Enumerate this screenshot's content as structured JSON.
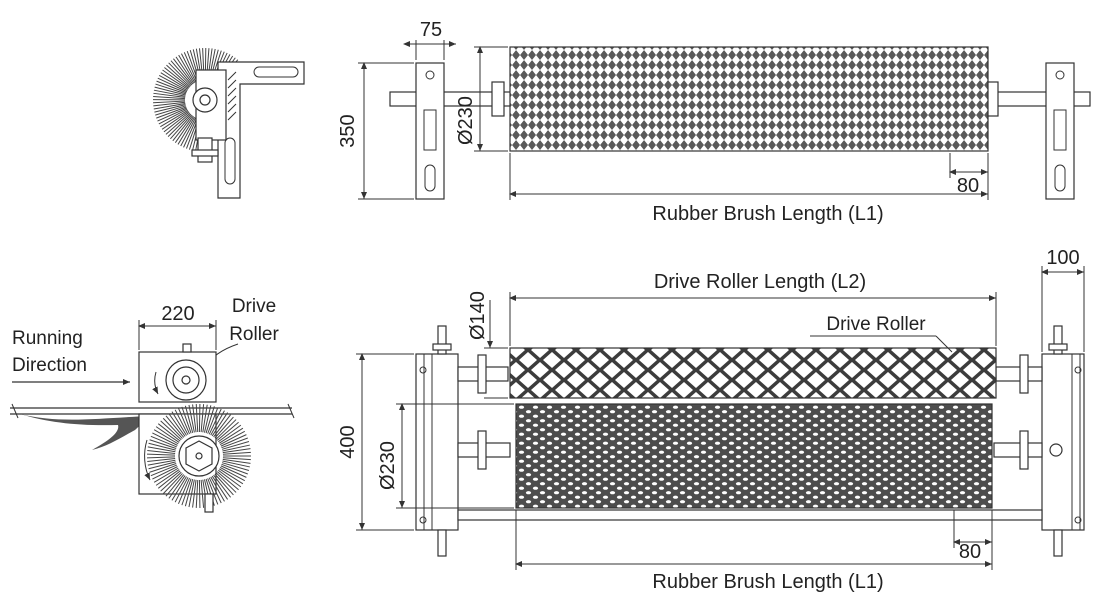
{
  "colors": {
    "ink": "#333333",
    "brush": "#555555",
    "background": "#ffffff"
  },
  "top_side_view": {},
  "top_front_view": {
    "dim_bracket_width": "75",
    "dim_height": "350",
    "dim_diameter": "Ø230",
    "dim_end_offset": "80",
    "dim_length_label": "Rubber Brush Length (L1)"
  },
  "bottom_side_view": {
    "running_direction_label_line1": "Running",
    "running_direction_label_line2": "Direction",
    "drive_roller_label_line1": "Drive",
    "drive_roller_label_line2": "Roller",
    "dim_box_width": "220"
  },
  "bottom_front_view": {
    "dim_drive_roller_length": "Drive Roller Length (L2)",
    "dim_frame_width": "100",
    "dim_drive_diameter": "Ø140",
    "drive_roller_callout": "Drive Roller",
    "dim_height": "400",
    "dim_brush_diameter": "Ø230",
    "dim_end_offset": "80",
    "dim_length_label": "Rubber Brush Length (L1)"
  }
}
